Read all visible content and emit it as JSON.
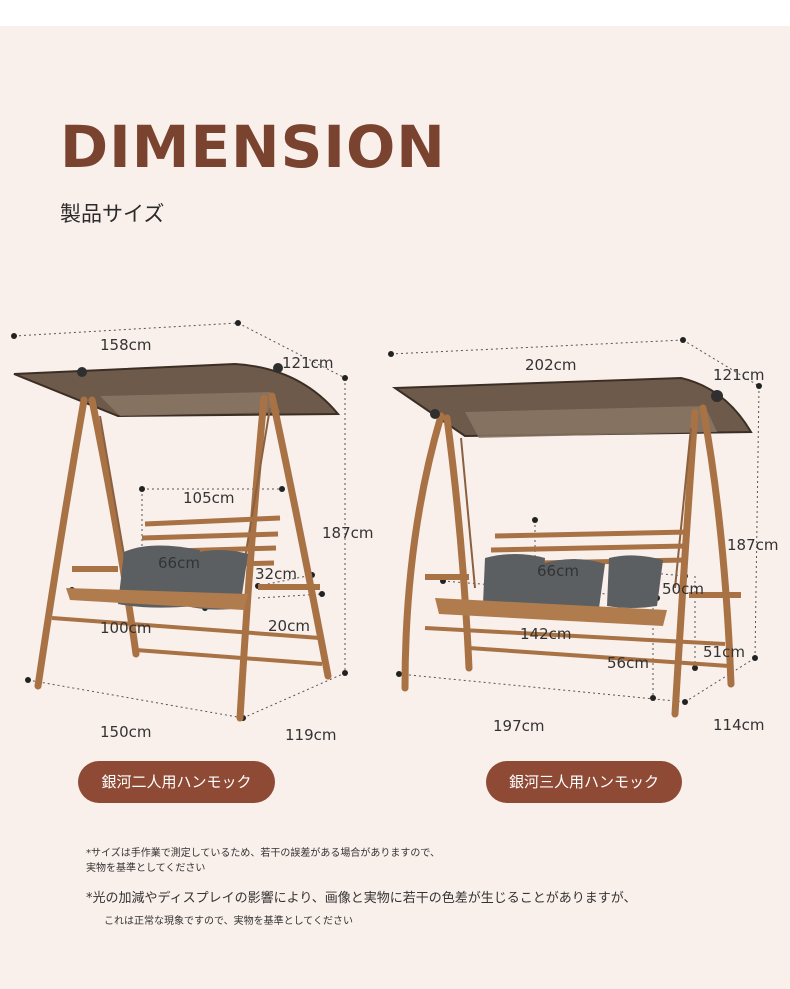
{
  "header": {
    "title": "DIMENSION",
    "subtitle": "製品サイズ"
  },
  "products": [
    {
      "name": "銀河二人用ハンモック",
      "dimensions": {
        "canopy_width": "158cm",
        "canopy_depth": "121cm",
        "height": "187cm",
        "seat_back_width": "105cm",
        "cushion_height": "66cm",
        "armrest_depth": "32cm",
        "armrest_height": "20cm",
        "seat_width": "100cm",
        "base_width": "150cm",
        "base_depth": "119cm"
      }
    },
    {
      "name": "銀河三人用ハンモック",
      "dimensions": {
        "canopy_width": "202cm",
        "canopy_depth": "121cm",
        "height": "187cm",
        "cushion_height": "66cm",
        "armrest_depth": "50cm",
        "seat_width": "142cm",
        "seat_height": "56cm",
        "side_table_height": "51cm",
        "base_width": "197cm",
        "base_depth": "114cm"
      }
    }
  ],
  "notes": [
    "*サイズは手作業で測定しているため、若干の誤差がある場合がありますので、",
    "実物を基準としてください",
    "*光の加減やディスプレイの影響により、画像と実物に若干の色差が生じることがありますが、",
    "これは正常な現象ですので、実物を基準としてください"
  ],
  "colors": {
    "brand": "#7a4330",
    "pill_background": "#8f4a35",
    "panel_background": "#f9efeb",
    "frame": "#a87245",
    "canopy": "#6e5a4a",
    "cushion": "#5b5f62"
  }
}
